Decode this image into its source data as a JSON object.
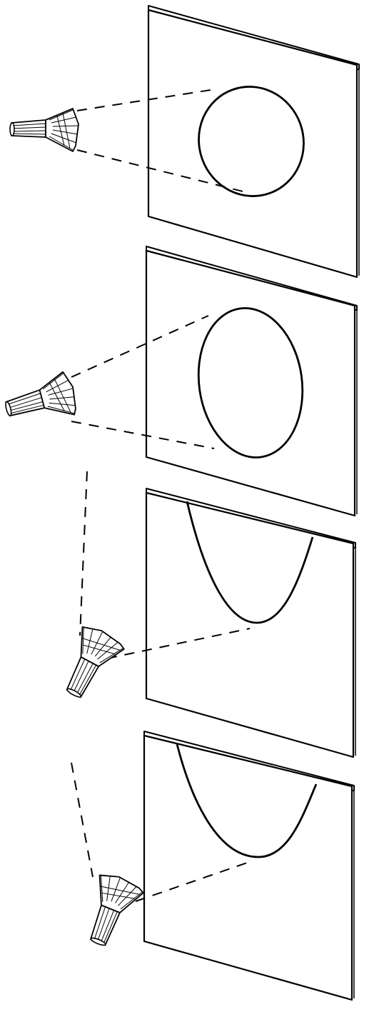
{
  "figure": {
    "description_shown_text": "",
    "panels": [
      {
        "id": "panel-1",
        "spot_shape": "ellipse"
      },
      {
        "id": "panel-2",
        "spot_shape": "ellipse"
      },
      {
        "id": "panel-3",
        "spot_shape": "parabola"
      },
      {
        "id": "panel-4",
        "spot_shape": "parabola"
      }
    ],
    "colors": {
      "ink": "#000000",
      "paper": "#ffffff"
    }
  }
}
